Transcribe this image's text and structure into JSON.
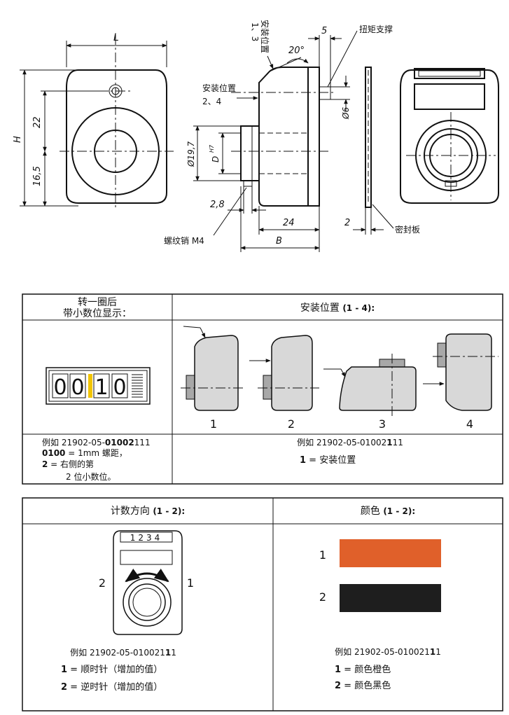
{
  "drawing": {
    "dim_L": "L",
    "dim_H": "H",
    "dim_22": "22",
    "dim_16_5": "16,5",
    "dim_5": "5",
    "dim_20deg": "20°",
    "dim_d19_7": "Ø19,7",
    "dim_D": "D",
    "dim_D_sup": "H7",
    "dim_d6": "Ø6",
    "dim_2_8": "2,8",
    "dim_24": "24",
    "dim_B": "B",
    "dim_2": "2",
    "label_mount_pos_13_line1": "安装位置",
    "label_mount_pos_13_line2": "1、3",
    "label_mount_pos_24_line1": "安装位置",
    "label_mount_pos_24_line2": "2、4",
    "label_torque_support": "扭矩支撑",
    "label_threaded_pin": "螺纹销 M4",
    "label_seal_plate": "密封板"
  },
  "table1": {
    "head_left_line1": "转一圈后",
    "head_left_line2": "带小数位显示：",
    "head_right_text": "安装位置 ",
    "head_right_range": "(1 - 4):",
    "counter_digits": [
      "0",
      "0",
      "1",
      "0"
    ],
    "pos_labels": [
      "1",
      "2",
      "3",
      "4"
    ],
    "left_example_prefix": "例如 21902-05-",
    "left_example_bold": "01002",
    "left_example_suffix": "111",
    "left_line2_bold": "0100",
    "left_line2_rest": " = 1mm 螺距，",
    "left_line3_bold": "2",
    "left_line3_rest": " = 右侧的第",
    "left_line4": "2 位小数位。",
    "right_example_prefix": "例如 21902-05-01002",
    "right_example_bold": "1",
    "right_example_suffix": "11",
    "right_line2_bold": "1",
    "right_line2_rest": " = 安装位置"
  },
  "table2": {
    "head_left_text": "计数方向 ",
    "head_left_range": "(1 - 2):",
    "head_right_text": "颜色 ",
    "head_right_range": "(1 - 2):",
    "mini_counter": "1234",
    "dir_left": "2",
    "dir_right": "1",
    "left_example_prefix": "例如  21902-05-010021",
    "left_example_bold": "1",
    "left_example_suffix": "1",
    "left_line2_bold": "1",
    "left_line2_rest": " = 顺时针（增加的值）",
    "left_line3_bold": "2",
    "left_line3_rest": " = 逆时针（增加的值）",
    "color_labels": [
      "1",
      "2"
    ],
    "colors": [
      "#e0602a",
      "#1e1e1e"
    ],
    "right_example_prefix": "例如 21902-05-010021",
    "right_example_bold": "1",
    "right_example_suffix": "1",
    "right_line2_bold": "1",
    "right_line2_rest": " = 颜色橙色",
    "right_line3_bold": "2",
    "right_line3_rest": " = 颜色黑色"
  }
}
